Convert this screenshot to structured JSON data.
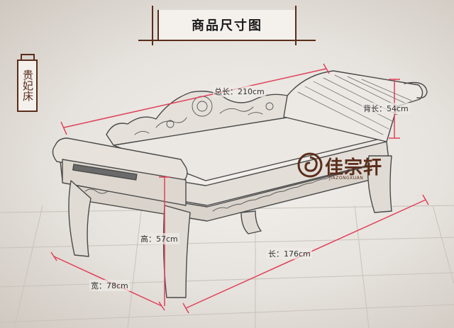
{
  "title": "商品尺寸图",
  "product_label": "贵妃床",
  "dimensions": {
    "total_length": "总长：210cm",
    "back_length": "背长：54cm",
    "height": "高：57cm",
    "length": "长：176cm",
    "width": "宽：78cm"
  },
  "logo": {
    "name": "佳宗轩",
    "sub": "JIAZONGXUAN"
  },
  "colors": {
    "accent": "#5a2d1b",
    "dimension_line": "#e0405a",
    "sketch": "#4a4a4a"
  }
}
